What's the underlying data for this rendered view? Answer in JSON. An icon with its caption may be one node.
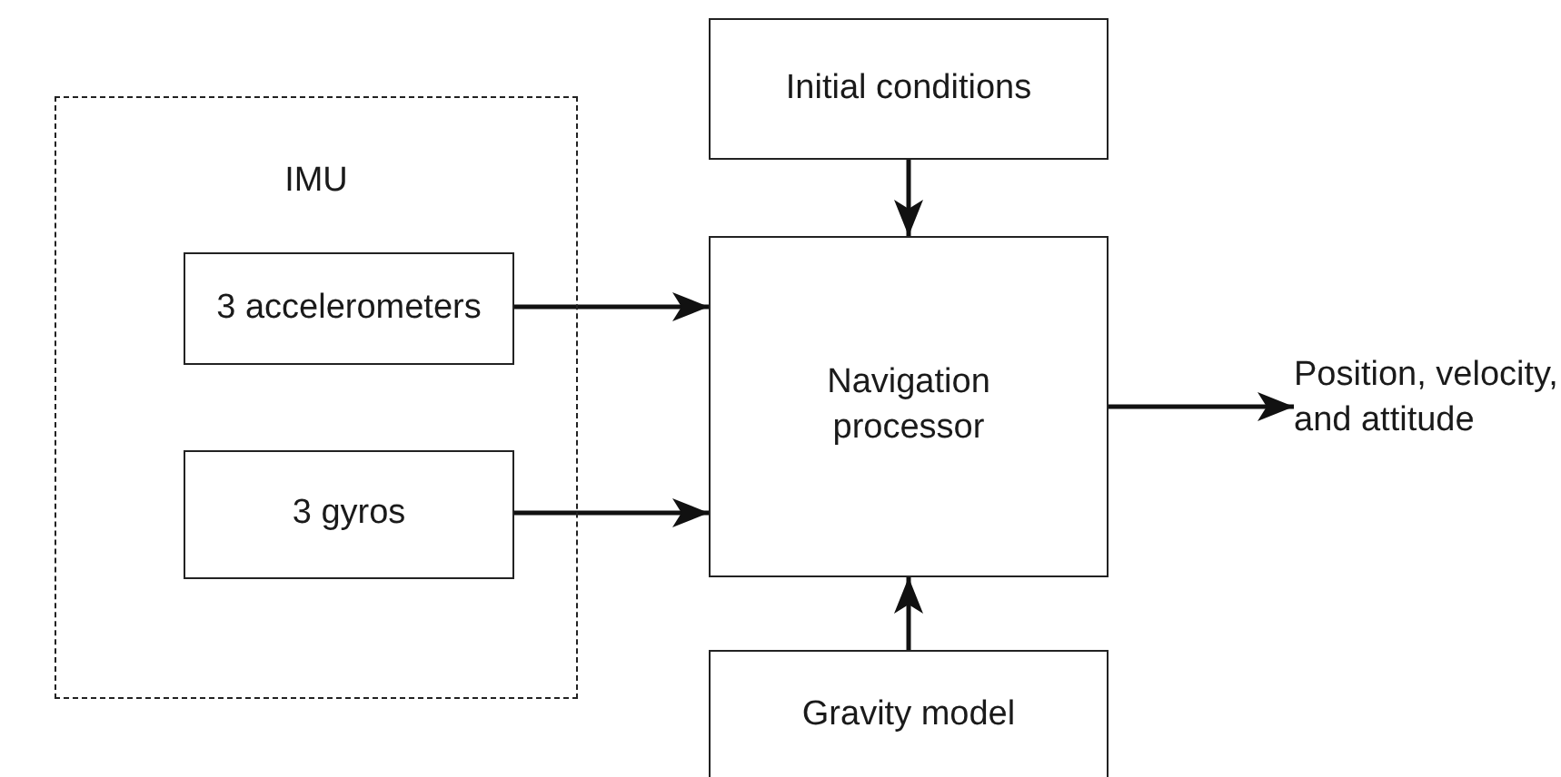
{
  "diagram": {
    "nodes": [
      {
        "text": [
          "IMU"
        ]
      },
      {
        "text": [
          "3 accelerometers"
        ],
        "in": 0
      },
      {
        "text": [
          "3 gyros"
        ],
        "in": 0
      },
      {
        "text": [
          "Initial conditions"
        ]
      },
      {
        "text": [
          "Navigation processor"
        ]
      },
      {
        "text": [
          "Gravity model"
        ]
      },
      {
        "text": [
          "Position, velocity, and attitude"
        ]
      }
    ],
    "edges": [
      {
        "from": 1,
        "to": 4,
        "arrow": "to"
      },
      {
        "from": 2,
        "to": 4,
        "arrow": "to"
      },
      {
        "from": 3,
        "to": 4,
        "arrow": "to"
      },
      {
        "from": 5,
        "to": 4,
        "arrow": "to"
      },
      {
        "from": 4,
        "to": 6,
        "arrow": "to"
      }
    ]
  }
}
